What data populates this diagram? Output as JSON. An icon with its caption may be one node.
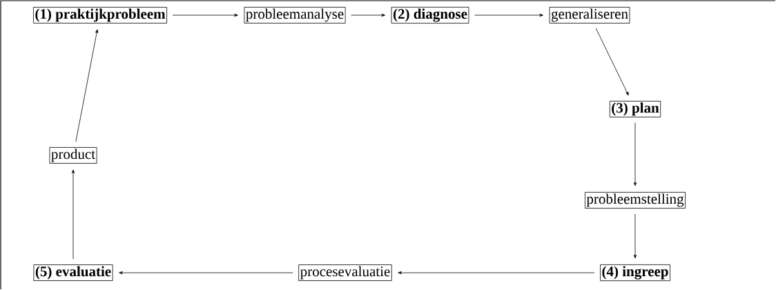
{
  "diagram": {
    "nodes": [
      {
        "text": [
          "(1) praktijkprobleem"
        ]
      },
      {
        "text": [
          "probleemanalyse"
        ]
      },
      {
        "text": [
          "(2) diagnose"
        ]
      },
      {
        "text": [
          "generaliseren"
        ]
      },
      {
        "text": [
          "(3) plan"
        ]
      },
      {
        "text": [
          "probleemstelling"
        ]
      },
      {
        "text": [
          "(4) ingreep"
        ]
      },
      {
        "text": [
          "procesevaluatie"
        ]
      },
      {
        "text": [
          "(5)  evaluatie"
        ]
      },
      {
        "text": [
          "product"
        ]
      }
    ],
    "edges": [
      {
        "from": 0,
        "to": 1,
        "arrow": "to"
      },
      {
        "from": 1,
        "to": 2,
        "arrow": "to"
      },
      {
        "from": 2,
        "to": 3,
        "arrow": "to"
      },
      {
        "from": 3,
        "to": 4,
        "arrow": "to"
      },
      {
        "from": 4,
        "to": 5,
        "arrow": "to"
      },
      {
        "from": 5,
        "to": 6,
        "arrow": "to"
      },
      {
        "from": 6,
        "to": 7,
        "arrow": "to"
      },
      {
        "from": 7,
        "to": 8,
        "arrow": "to"
      },
      {
        "from": 8,
        "to": 9,
        "arrow": "to"
      },
      {
        "from": 9,
        "to": 0,
        "arrow": "to"
      }
    ]
  }
}
